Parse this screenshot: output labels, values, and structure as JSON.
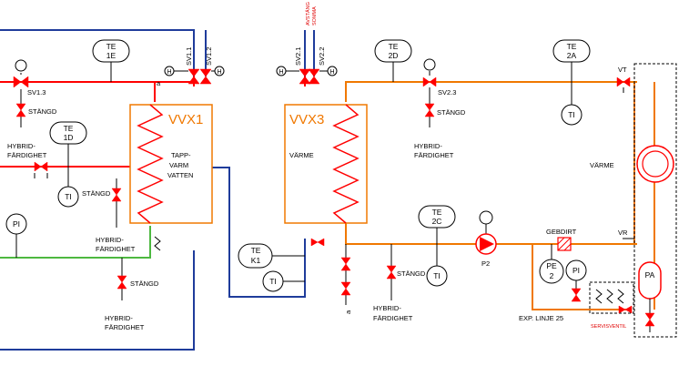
{
  "heat_exchangers": {
    "vvx1": "VVX1",
    "vvx3": "VVX3"
  },
  "labels": {
    "tapp": "TAPP-",
    "varm": "VARM",
    "vatten": "VATTEN",
    "varme_vvx3": "VÄRME",
    "varme_right": "VÄRME",
    "exp_linje": "EXP. LINJE 25",
    "gebdirt": "GEBDIRT",
    "servisventil": "SERVISVENTIL",
    "avstangd": "AVSTÄNG",
    "sommar": "SOMMA",
    "a1": "a",
    "a2": "a"
  },
  "sensors": {
    "te_1e": [
      "TE",
      "1E"
    ],
    "te_2d": [
      "TE",
      "2D"
    ],
    "te_2a": [
      "TE",
      "2A"
    ],
    "te_1d": [
      "TE",
      "1D"
    ],
    "te_2c": [
      "TE",
      "2C"
    ],
    "te_k1": [
      "TE",
      "K1"
    ],
    "pe_2": [
      "PE",
      "2"
    ],
    "ti_1d": "TI",
    "ti_2a": "TI",
    "ti_k1": "TI",
    "ti_2c": "TI",
    "pi_left": "PI",
    "pi_right": "PI",
    "pa": "PA",
    "p2": "P2",
    "h1": "H",
    "h2": "H",
    "h3": "H",
    "h4": "H"
  },
  "valves": {
    "sv1_1": "SV1.1",
    "sv1_2": "SV1.2",
    "sv2_1": "SV2.1",
    "sv2_2": "SV2.2",
    "sv1_3": "SV1.3",
    "sv2_3": "SV2.3",
    "vt": "VT",
    "vr": "VR"
  },
  "annotations": {
    "stangd_1": "STÄNGD",
    "stangd_2": "STÄNGD",
    "stangd_3": "STÄNGD",
    "stangd_4": "STÄNGD",
    "stangd_5": "STÄNGD",
    "hybrid_1": [
      "HYBRID-",
      "FÄRDIGHET"
    ],
    "hybrid_2": [
      "HYBRID-",
      "FÄRDIGHET"
    ],
    "hybrid_3": [
      "HYBRID-",
      "FÄRDIGHET"
    ],
    "hybrid_4": [
      "HYBRID-",
      "FÄRDIGHET"
    ],
    "hybrid_5": [
      "HYBRID-",
      "FÄRDIGHET"
    ]
  },
  "colors": {
    "primary_supply": "#ff0000",
    "primary_return": "#1f3c9b",
    "secondary_circuit": "#f07800",
    "cold_water": "#4db840",
    "valve": "#ff0000"
  }
}
